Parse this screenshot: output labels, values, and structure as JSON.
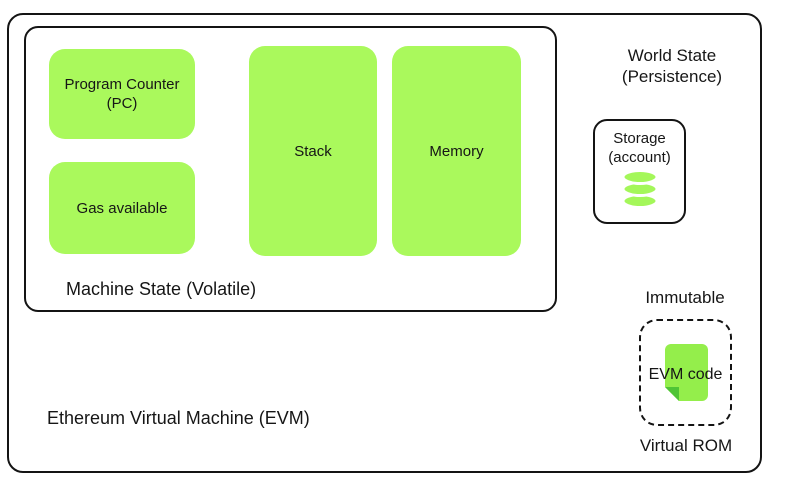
{
  "diagram": {
    "title": "Ethereum Virtual Machine (EVM)",
    "machine_state": {
      "label": "Machine State (Volatile)",
      "program_counter_line1": "Program Counter",
      "program_counter_line2": "(PC)",
      "gas_label": "Gas available",
      "stack_label": "Stack",
      "memory_label": "Memory"
    },
    "world_state": {
      "title_line1": "World State",
      "title_line2": "(Persistence)",
      "storage_line1": "Storage",
      "storage_line2": "(account)",
      "storage_icon": "database-icon"
    },
    "virtual_rom": {
      "header": "Immutable",
      "code_label": "EVM code",
      "caption": "Virtual ROM",
      "code_icon": "document-page-icon"
    },
    "colors": {
      "box_green": "#aaf95c",
      "db_icon_green": "#a4f75a",
      "page_green": "#94ee4b",
      "page_fold_green": "#4fc436",
      "line_black": "#141414"
    }
  }
}
